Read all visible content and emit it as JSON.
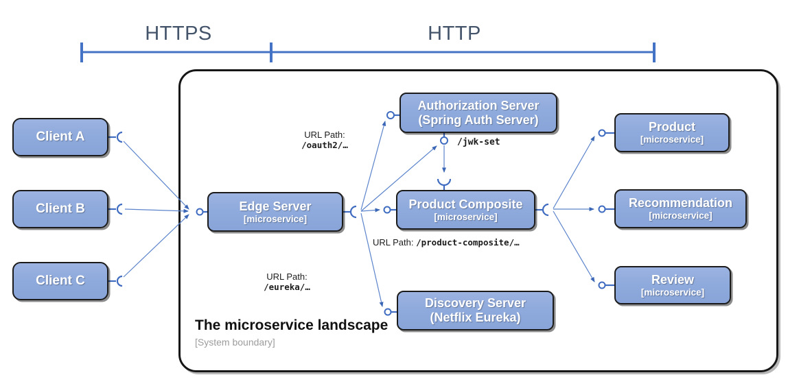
{
  "protocols": {
    "https_label": "HTTPS",
    "http_label": "HTTP"
  },
  "clients": [
    {
      "label": "Client A"
    },
    {
      "label": "Client B"
    },
    {
      "label": "Client C"
    }
  ],
  "services": {
    "edge": {
      "name": "Edge Server",
      "sub": "[microservice]"
    },
    "auth": {
      "name": "Authorization Server",
      "sub": "(Spring Auth Server)"
    },
    "product_composite": {
      "name": "Product Composite",
      "sub": "[microservice]"
    },
    "discovery": {
      "name": "Discovery Server",
      "sub": "(Netflix Eureka)"
    },
    "product": {
      "name": "Product",
      "sub": "[microservice]"
    },
    "recommendation": {
      "name": "Recommendation",
      "sub": "[microservice]"
    },
    "review": {
      "name": "Review",
      "sub": "[microservice]"
    }
  },
  "labels": {
    "oauth_line1": "URL Path:",
    "oauth_line2": "/oauth2/…",
    "jwk_path": "/jwk-set",
    "composite_prefix": "URL Path: ",
    "composite_path": "/product-composite/…",
    "eureka_line1": "URL Path:",
    "eureka_line2": "/eureka/…",
    "landscape_title": "The microservice landscape",
    "boundary_note": "[System boundary]"
  },
  "colors": {
    "node_fill": "#8FAADC",
    "node_border": "#1B1B1B",
    "connector_line": "#5B83CB",
    "connector_symbol": "#3F6CC0",
    "bracket": "#4472C4",
    "protocol_text": "#44546A",
    "note_gray": "#9C9C9C"
  }
}
